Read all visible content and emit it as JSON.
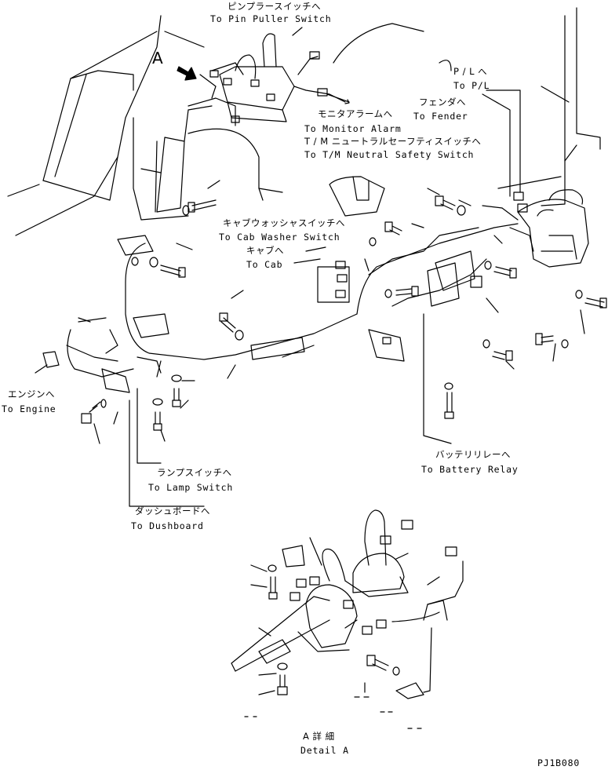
{
  "view_marker": "A",
  "labels": {
    "pin_puller_jp": "ピンプラースイッチへ",
    "pin_puller_en": "To Pin Puller Switch",
    "pl_jp": "P / L へ",
    "pl_en": "To P/L",
    "fender_jp": "フェンダへ",
    "fender_en": "To Fender",
    "monitor_alarm_jp": "モニタアラームへ",
    "monitor_alarm_en": "To Monitor Alarm",
    "tm_neutral_jp": "T / M ニュートラルセーフティスイッチへ",
    "tm_neutral_en": "To T/M Neutral Safety Switch",
    "cab_washer_jp": "キャブウォッシャスイッチへ",
    "cab_washer_en": "To Cab Washer Switch",
    "cab_jp": "キャブへ",
    "cab_en": "To Cab",
    "engine_jp": "エンジンへ",
    "engine_en": "To Engine",
    "lamp_switch_jp": "ランプスイッチへ",
    "lamp_switch_en": "To Lamp Switch",
    "dashboard_jp": "ダッシュボードへ",
    "dashboard_en": "To Dushboard",
    "battery_relay_jp": "バッテリリレーへ",
    "battery_relay_en": "To Battery Relay",
    "detail_jp": "A 詳 細",
    "detail_en": "Detail A",
    "drawing_code": "PJ1B080"
  }
}
